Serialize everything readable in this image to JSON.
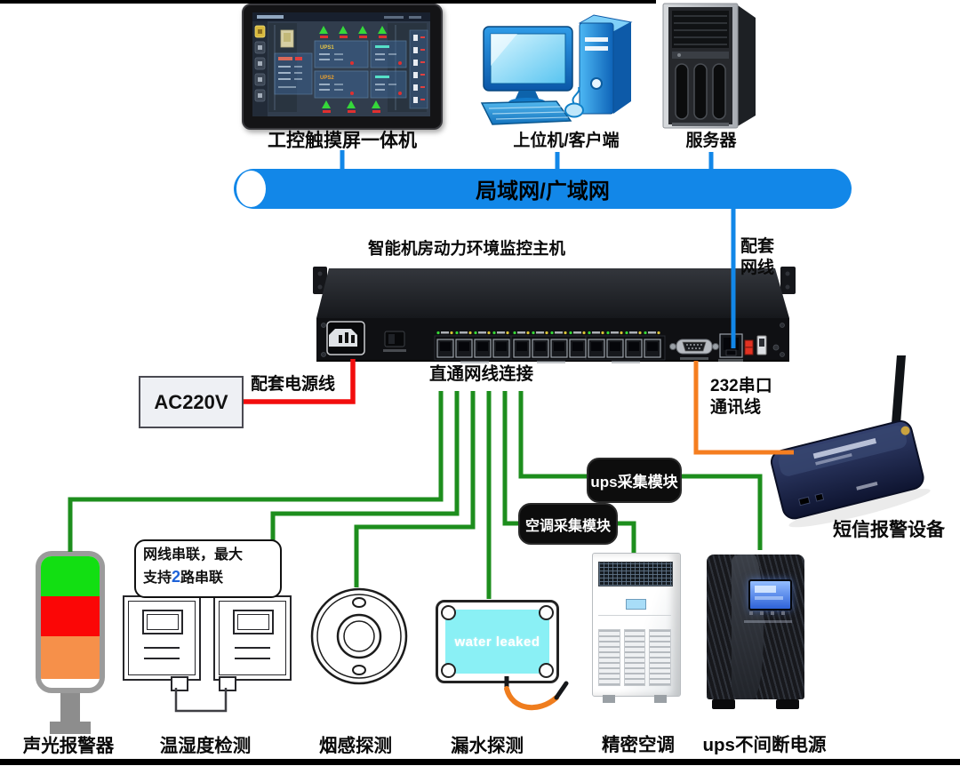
{
  "nodes": {
    "touch_panel": {
      "label": "工控触摸屏一体机",
      "screen": {
        "panel1": "UPS1",
        "panel2": "UPS2"
      }
    },
    "pc": {
      "label": "上位机/客户端"
    },
    "server": {
      "label": "服务器"
    },
    "network_bar": {
      "label": "局域网/广域网"
    },
    "host": {
      "label": "智能机房动力环境监控主机"
    },
    "power_source": {
      "label": "AC220V"
    },
    "sms_device": {
      "label": "短信报警设备"
    },
    "alarm_light": {
      "label": "声光报警器"
    },
    "temp_humidity": {
      "label": "温湿度检测"
    },
    "smoke_detector": {
      "label": "烟感探测"
    },
    "water_detector": {
      "label": "漏水探测",
      "display_text": "water leaked"
    },
    "precision_ac": {
      "label": "精密空调"
    },
    "ups": {
      "label": "ups不间断电源"
    }
  },
  "cables": {
    "lan_cable_label": "配套\n网线",
    "power_cable_label": "配套电源线",
    "straight_cable_label": "直通网线连接",
    "serial_cable_label": "232串口\n通讯线"
  },
  "modules": {
    "ups_module_label": "ups采集模块",
    "ac_module_label": "空调采集模块"
  },
  "note": {
    "line1": "网线串联，最大",
    "line2_prefix": "支持",
    "line2_highlight": "2",
    "line2_suffix": "路串联"
  },
  "colors": {
    "network_bar_blue": "#1287e8",
    "ethernet_green": "#1d8e1d",
    "power_red": "#f20d0d",
    "serial_orange": "#f57e20",
    "alarm_green": "#12df12",
    "alarm_red": "#fb0606",
    "alarm_orange": "#f6904a",
    "water_cyan": "#8af0f5"
  }
}
